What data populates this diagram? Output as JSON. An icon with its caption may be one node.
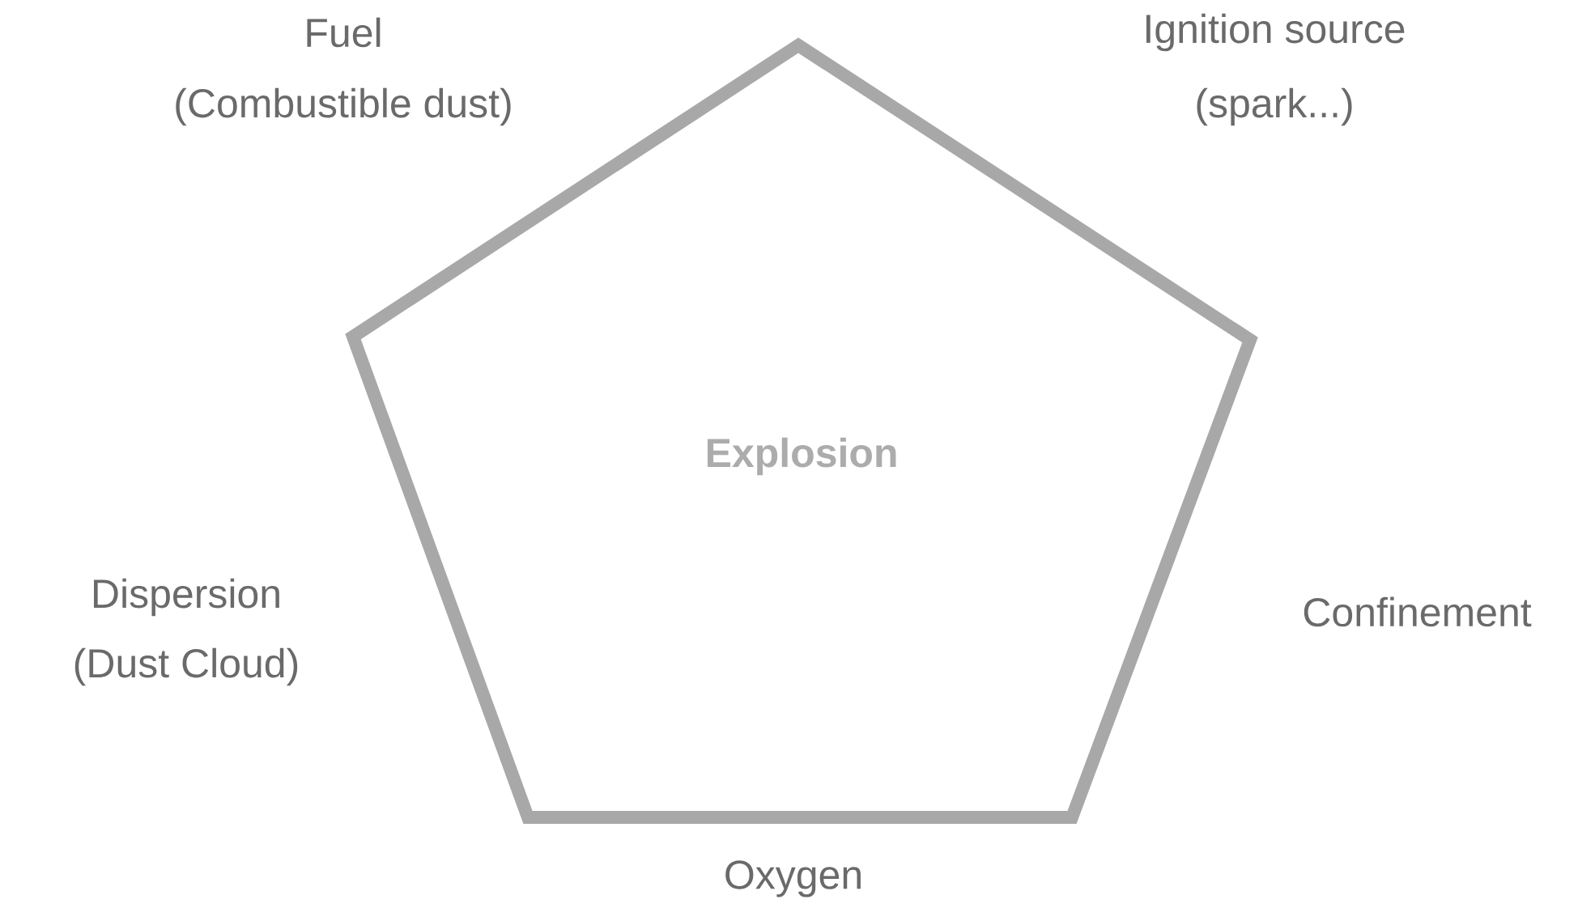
{
  "diagram": {
    "nodes": [
      {
        "text": [
          "Explosion"
        ]
      }
    ],
    "labels": [
      "Fuel",
      "(Combustible dust)",
      "Ignition source",
      "(spark...)",
      "Dispersion",
      "(Dust Cloud)",
      "Confinement",
      "Oxygen"
    ]
  }
}
